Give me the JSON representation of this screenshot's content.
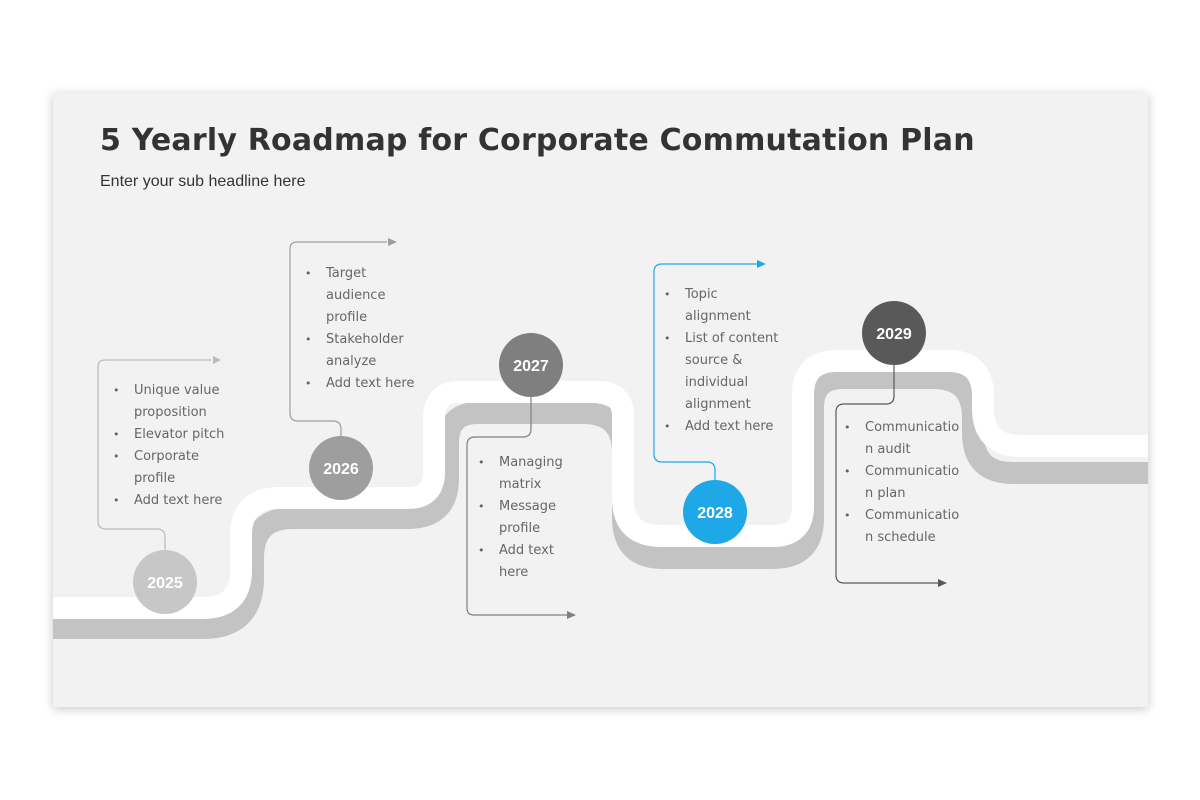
{
  "title": "5 Yearly Roadmap for Corporate Commutation Plan",
  "subtitle": "Enter your sub headline here",
  "colors": {
    "background": "#f2f2f2",
    "road": "#ffffff",
    "road_shadow": "#c3c3c3",
    "accent": "#1fa8e8"
  },
  "milestones": [
    {
      "year": "2025",
      "color": "#c7c7c7",
      "items": [
        "Unique value proposition",
        "Elevator pitch",
        "Corporate profile",
        "Add text here"
      ]
    },
    {
      "year": "2026",
      "color": "#9e9e9e",
      "items": [
        "Target audience profile",
        "Stakeholder analyze",
        "Add text here"
      ]
    },
    {
      "year": "2027",
      "color": "#7f7f7f",
      "items": [
        "Managing matrix",
        "Message profile",
        "Add text here"
      ]
    },
    {
      "year": "2028",
      "color": "#1fa8e8",
      "items": [
        "Topic alignment",
        "List of content source & individual alignment",
        "Add text here"
      ]
    },
    {
      "year": "2029",
      "color": "#595959",
      "items": [
        "Communication audit",
        "Communication plan",
        "Communication schedule"
      ]
    }
  ]
}
